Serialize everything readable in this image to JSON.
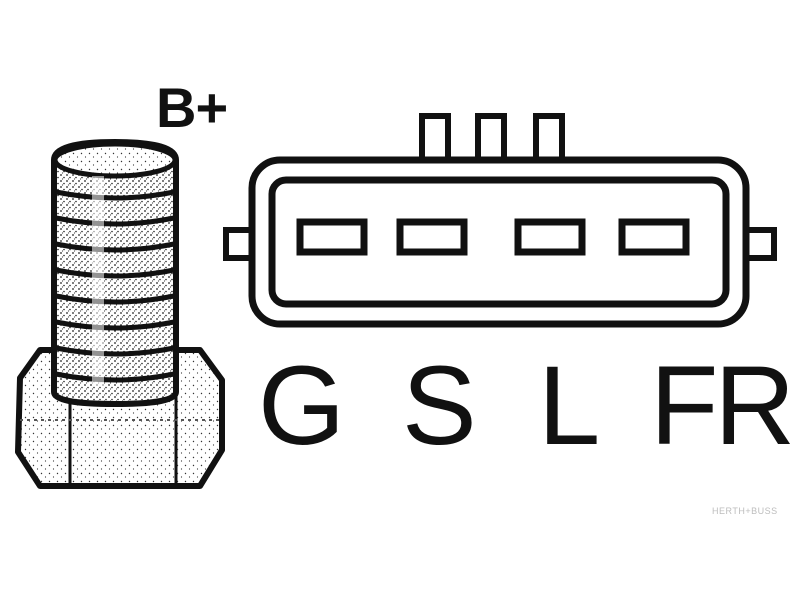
{
  "terminal": {
    "label": "B+"
  },
  "connector": {
    "pins": [
      {
        "label": "G"
      },
      {
        "label": "S"
      },
      {
        "label": "L"
      },
      {
        "label": "FR"
      }
    ]
  },
  "watermark": {
    "text": "HERTH+BUSS"
  },
  "colors": {
    "ink": "#111111",
    "background": "#ffffff"
  }
}
